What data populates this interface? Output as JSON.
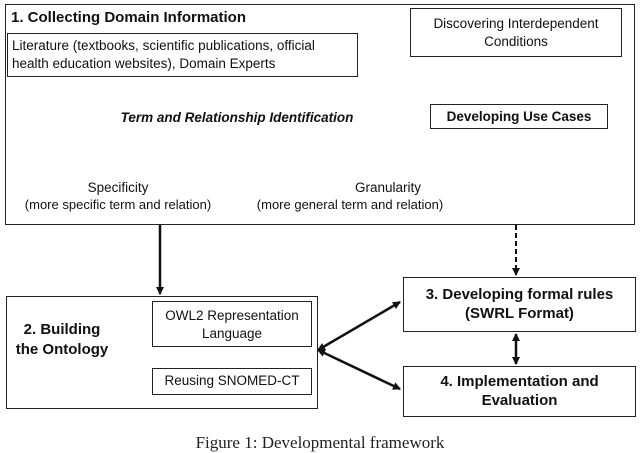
{
  "section1": {
    "title": "1. Collecting Domain Information",
    "sources": "Literature (textbooks, scientific publications, official health education websites), Domain Experts",
    "term_identification": "Term and Relationship Identification",
    "specificity": {
      "label": "Specificity",
      "detail": "(more specific term and relation)"
    },
    "granularity": {
      "label": "Granularity",
      "detail": "(more general term and relation)"
    }
  },
  "discovering": "Discovering Interdependent Conditions",
  "use_cases": "Developing Use Cases",
  "section2": {
    "title": "2. Building the Ontology",
    "owl": "OWL2 Representation Language",
    "snomed": "Reusing SNOMED-CT"
  },
  "section3": "3. Developing formal rules (SWRL Format)",
  "section4": "4. Implementation and Evaluation",
  "caption": "Figure 1: Developmental framework"
}
